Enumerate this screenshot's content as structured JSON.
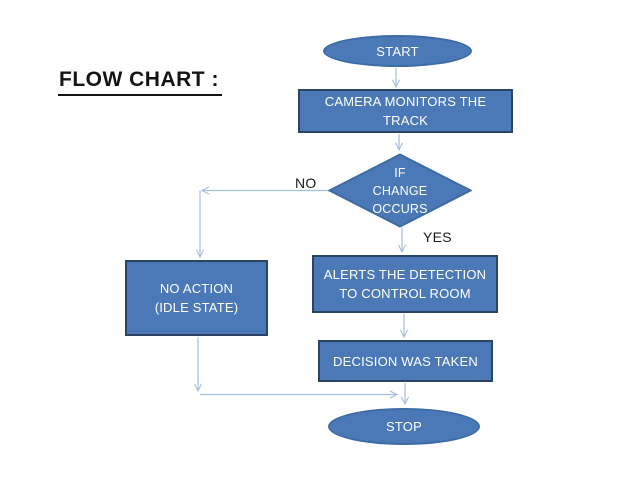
{
  "title": {
    "text": "FLOW CHART :"
  },
  "colors": {
    "shape_fill": "#4b79b7",
    "process_border": "#2c4464",
    "terminator_border": "#3e6ba6",
    "connector": "#a4bedd",
    "shape_text": "#ffffff",
    "label_text": "#1a1a1a",
    "background": "#ffffff"
  },
  "flowchart": {
    "nodes": {
      "start": {
        "type": "terminator",
        "label": "START"
      },
      "camera": {
        "type": "process",
        "lines": [
          "CAMERA MONITORS THE",
          "TRACK"
        ]
      },
      "condition": {
        "type": "decision",
        "lines": [
          "IF",
          "CHANGE",
          "OCCURS"
        ]
      },
      "no_action": {
        "type": "process",
        "lines": [
          "NO ACTION",
          "(IDLE STATE)"
        ]
      },
      "alerts": {
        "type": "process",
        "lines": [
          "ALERTS THE DETECTION",
          "TO CONTROL ROOM"
        ]
      },
      "decision_taken": {
        "type": "process",
        "lines": [
          "DECISION WAS TAKEN"
        ]
      },
      "stop": {
        "type": "terminator",
        "label": "STOP"
      }
    },
    "edge_labels": {
      "no": "NO",
      "yes": "YES"
    }
  }
}
